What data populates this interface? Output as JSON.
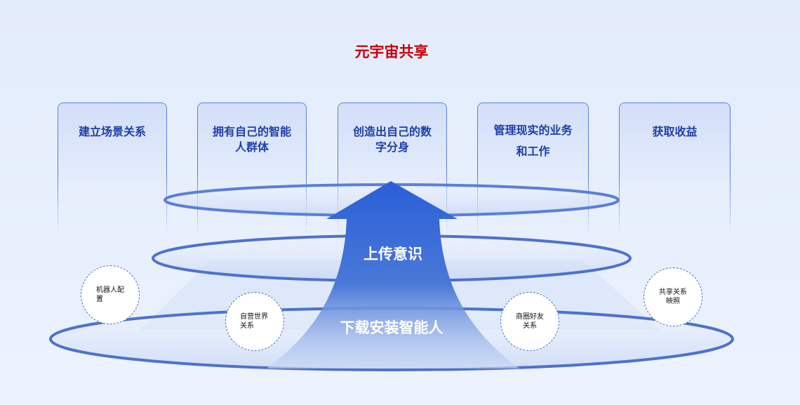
{
  "title": "元宇宙共享",
  "cards": [
    "建立场景关系",
    "拥有自己的智能人群体",
    "创造出自己的数字分身",
    "管理现实的业务和工作",
    "获取收益"
  ],
  "arrow": {
    "upper_label": "上传意识",
    "lower_label": "下载安装智能人"
  },
  "circles": [
    "机器人配置",
    "自营世界关系",
    "商圈好友关系",
    "共享关系映照"
  ],
  "colors": {
    "title": "#c8000a",
    "card_text": "#1d3fa8",
    "ring": "#4d72cc",
    "arrow": "#2d62d6"
  }
}
